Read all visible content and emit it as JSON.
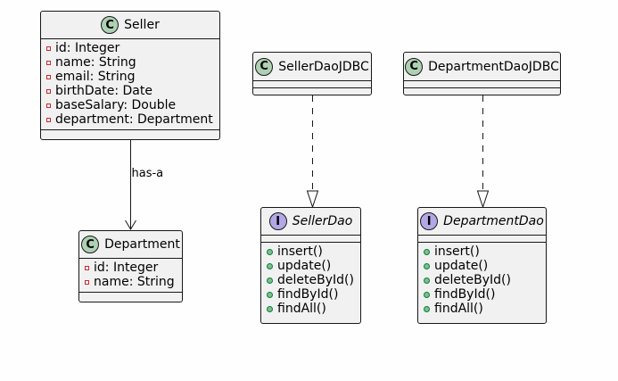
{
  "diagram": {
    "classes": [
      {
        "id": "seller",
        "kind": "class",
        "badge": "C",
        "name": "Seller",
        "attributes": [
          {
            "visibility": "private",
            "text": "id: Integer"
          },
          {
            "visibility": "private",
            "text": "name: String"
          },
          {
            "visibility": "private",
            "text": "email: String"
          },
          {
            "visibility": "private",
            "text": "birthDate: Date"
          },
          {
            "visibility": "private",
            "text": "baseSalary: Double"
          },
          {
            "visibility": "private",
            "text": "department: Department"
          }
        ],
        "methods": []
      },
      {
        "id": "department",
        "kind": "class",
        "badge": "C",
        "name": "Department",
        "attributes": [
          {
            "visibility": "private",
            "text": "id: Integer"
          },
          {
            "visibility": "private",
            "text": "name: String"
          }
        ],
        "methods": []
      },
      {
        "id": "seller-dao-jdbc",
        "kind": "class",
        "badge": "C",
        "name": "SellerDaoJDBC",
        "attributes": [],
        "methods": []
      },
      {
        "id": "department-dao-jdbc",
        "kind": "class",
        "badge": "C",
        "name": "DepartmentDaoJDBC",
        "attributes": [],
        "methods": []
      },
      {
        "id": "seller-dao",
        "kind": "interface",
        "badge": "I",
        "name": "SellerDao",
        "attributes": [],
        "methods": [
          {
            "visibility": "public",
            "text": "insert()"
          },
          {
            "visibility": "public",
            "text": "update()"
          },
          {
            "visibility": "public",
            "text": "deleteById()"
          },
          {
            "visibility": "public",
            "text": "findById()"
          },
          {
            "visibility": "public",
            "text": "findAll()"
          }
        ]
      },
      {
        "id": "department-dao",
        "kind": "interface",
        "badge": "I",
        "name": "DepartmentDao",
        "attributes": [],
        "methods": [
          {
            "visibility": "public",
            "text": "insert()"
          },
          {
            "visibility": "public",
            "text": "update()"
          },
          {
            "visibility": "public",
            "text": "deleteById()"
          },
          {
            "visibility": "public",
            "text": "findById()"
          },
          {
            "visibility": "public",
            "text": "findAll()"
          }
        ]
      }
    ],
    "relations": [
      {
        "from": "seller",
        "to": "department",
        "type": "association",
        "label": "has-a"
      },
      {
        "from": "seller-dao-jdbc",
        "to": "seller-dao",
        "type": "realization",
        "label": ""
      },
      {
        "from": "department-dao-jdbc",
        "to": "department-dao",
        "type": "realization",
        "label": ""
      }
    ],
    "colors": {
      "class_fill": "#f1f1f1",
      "border": "#181818",
      "class_badge": "#add1b2",
      "interface_badge": "#b4a7e5",
      "private_marker": "#c82930",
      "public_marker_fill": "#84be84",
      "public_marker_border": "#038048"
    }
  }
}
